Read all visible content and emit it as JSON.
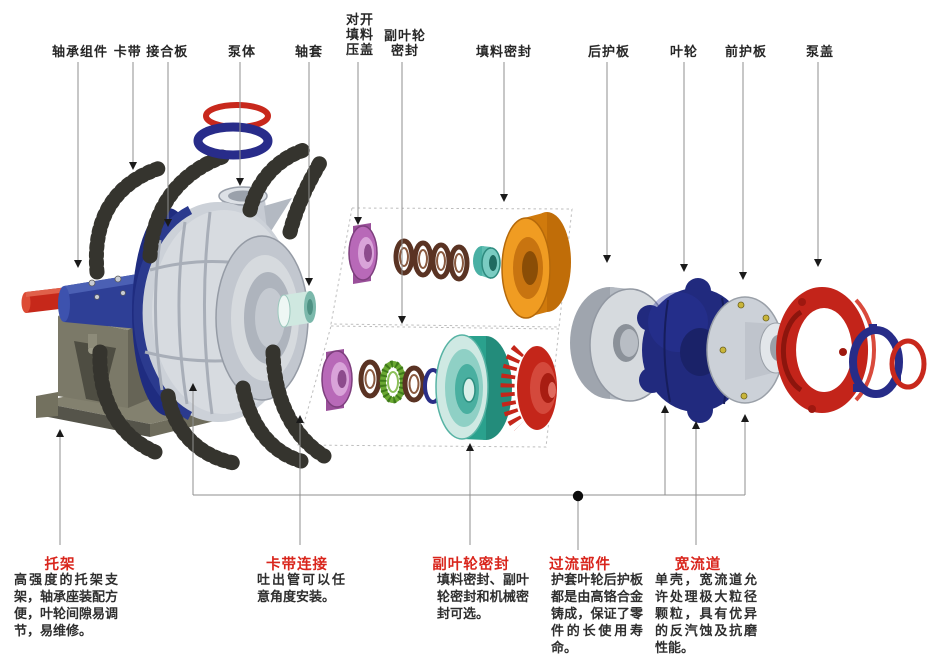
{
  "top_labels": [
    {
      "id": "bearing-assembly",
      "text": "轴承组件"
    },
    {
      "id": "clamp-and-joint-plate",
      "text": "卡带 接合板"
    },
    {
      "id": "pump-body",
      "text": "泵体"
    },
    {
      "id": "shaft-sleeve",
      "text": "轴套"
    },
    {
      "id": "split-packing-gland",
      "text": "对开\n填料\n压盖"
    },
    {
      "id": "expeller-seal",
      "text": "副叶轮\n密封"
    },
    {
      "id": "packing-seal",
      "text": "填料密封"
    },
    {
      "id": "rear-liner",
      "text": "后护板"
    },
    {
      "id": "impeller",
      "text": "叶轮"
    },
    {
      "id": "front-liner",
      "text": "前护板"
    },
    {
      "id": "pump-cover",
      "text": "泵盖"
    }
  ],
  "callouts": [
    {
      "id": "bracket",
      "title": "托架",
      "body": "高强度的托架支架，轴承座装配方便，叶轮间隙易调节，易维修。"
    },
    {
      "id": "clamp-connection",
      "title": "卡带连接",
      "body": "吐出管可以任意角度安装。"
    },
    {
      "id": "expeller-seal",
      "title": "副叶轮密封",
      "body": "填料密封、副叶轮密封和机械密封可选。"
    },
    {
      "id": "wetted-parts",
      "title": "过流部件",
      "body": "护套叶轮后护板都是由高铬合金铸成，保证了零件的长使用寿命。"
    },
    {
      "id": "wide-channel",
      "title": "宽流道",
      "body": "单壳，宽流道允许处理极大粒径颗粒，具有优异的反汽蚀及抗磨性能。"
    }
  ],
  "colors": {
    "callout_title_red": "#d9251c",
    "label_text": "#262626",
    "leader_line": "#8f8f8f",
    "arrow_black": "#1a1a1a",
    "casing_silver": "#ccd1d8",
    "bearing_blue": "#2e3f96",
    "impeller_navy": "#212a7e",
    "cover_red": "#c3241a",
    "packing_orange": "#e8930f",
    "expeller_teal": "#2fa08e",
    "gland_purple": "#b869b8",
    "bracket_olive": "#7b7968",
    "clamp_dark": "#3b3a34",
    "packing_ring_brown": "#5a3323",
    "cage_ring_green": "#6aa832"
  }
}
